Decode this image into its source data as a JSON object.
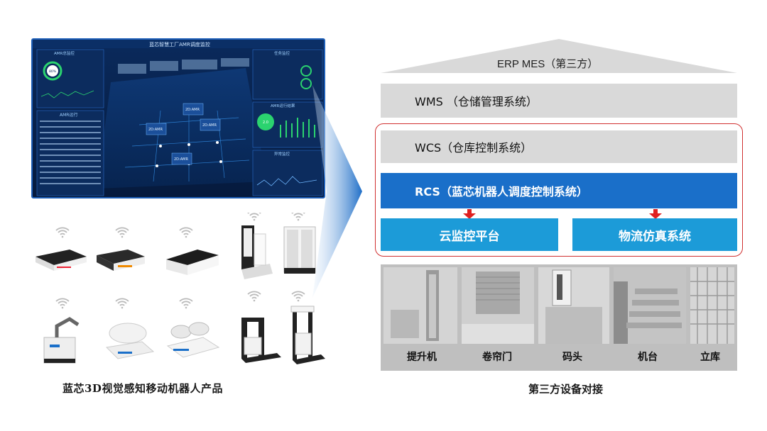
{
  "dashboard": {
    "title": "蓝芯智慧工厂AMR调度监控",
    "panel_left_top": "AMR总监控",
    "panel_left_mid": "AMR运行",
    "panel_right_top": "任务监控",
    "panel_right_mid": "AMR运行结果",
    "panel_right_bottom": "异常监控",
    "gauge_value": "80%",
    "gauge2_value": "2.0",
    "node_labels": [
      "2D:AMR",
      "2D:AMR",
      "2D:AMR",
      "2D:AMR"
    ]
  },
  "left_caption": "蓝芯3D视觉感知移动机器人产品",
  "robots": {
    "row1": [
      "flat-amr-black",
      "flat-amr-black-2",
      "lift-amr-white",
      "tower-amr",
      "cabinet-amr"
    ],
    "row2": [
      "arm-amr",
      "roll-amr",
      "transfer-amr",
      "forklift-amr",
      "forklift-amr-tall"
    ]
  },
  "architecture": {
    "erp": "ERP MES（第三方）",
    "wms": "WMS （仓储管理系统）",
    "wcs": "WCS（仓库控制系统）",
    "rcs": "RCS（蓝芯机器人调度控制系统）",
    "cloud": "云监控平台",
    "sim": "物流仿真系统"
  },
  "equipment": [
    "提升机",
    "卷帘门",
    "码头",
    "机台",
    "立库"
  ],
  "right_caption": "第三方设备对接",
  "colors": {
    "rcs_blue": "#1a6fc9",
    "box_blue": "#1c9bd8",
    "frame_red": "#d03030",
    "arrow_red": "#e02020",
    "bar_gray": "#d9d9d9"
  }
}
